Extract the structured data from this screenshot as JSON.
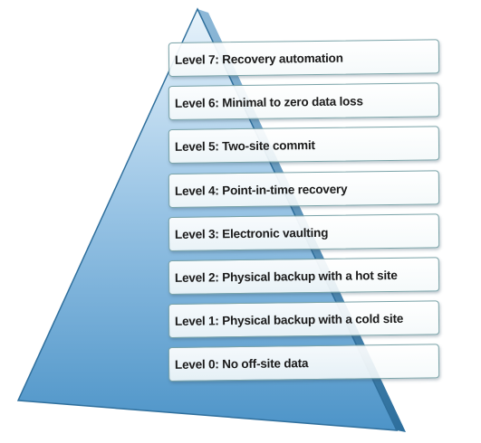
{
  "diagram": {
    "levels": [
      {
        "label": "Level 7: Recovery automation"
      },
      {
        "label": "Level 6: Minimal to zero data loss"
      },
      {
        "label": "Level 5: Two-site commit"
      },
      {
        "label": "Level 4: Point-in-time recovery"
      },
      {
        "label": "Level 3: Electronic vaulting"
      },
      {
        "label": "Level 2: Physical backup with a hot site"
      },
      {
        "label": "Level 1: Physical backup with a cold site"
      },
      {
        "label": "Level 0: No off-site data"
      }
    ],
    "colors": {
      "pyramid_top": "#e8f3fb",
      "pyramid_bottom": "#4d94c8",
      "pyramid_edge": "#2f6f9c",
      "box_border": "#7aa3a8"
    }
  }
}
